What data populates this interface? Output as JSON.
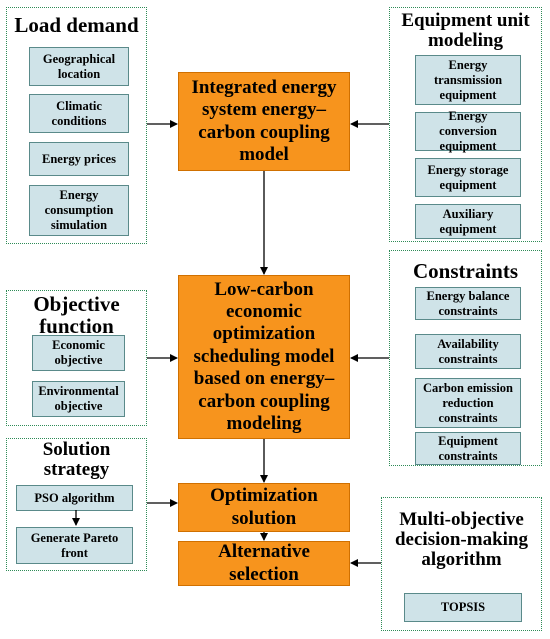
{
  "load_demand": {
    "title": "Load demand",
    "items": [
      "Geographical location",
      "Climatic conditions",
      "Energy prices",
      "Energy consumption simulation"
    ]
  },
  "equipment": {
    "title": "Equipment unit modeling",
    "items": [
      "Energy transmission equipment",
      "Energy conversion equipment",
      "Energy storage equipment",
      "Auxiliary equipment"
    ]
  },
  "objective": {
    "title": "Objective function",
    "items": [
      "Economic objective",
      "Environmental objective"
    ]
  },
  "constraints": {
    "title": "Constraints",
    "items": [
      "Energy balance constraints",
      "Availability constraints",
      "Carbon emission reduction constraints",
      "Equipment constraints"
    ]
  },
  "solution": {
    "title": "Solution strategy",
    "items": [
      "PSO algorithm",
      "Generate Pareto front"
    ]
  },
  "multi": {
    "title": "Multi-objective decision-making algorithm",
    "items": [
      "TOPSIS"
    ]
  },
  "center": {
    "model": "Integrated energy system energy–carbon coupling model",
    "scheduling": "Low-carbon economic optimization scheduling model based on energy–carbon coupling modeling",
    "optimization": "Optimization solution",
    "alternative": "Alternative selection"
  },
  "colors": {
    "orange": "#f7941d",
    "light_box": "#cfe3e8",
    "dotted_border": "#2e8b57"
  }
}
